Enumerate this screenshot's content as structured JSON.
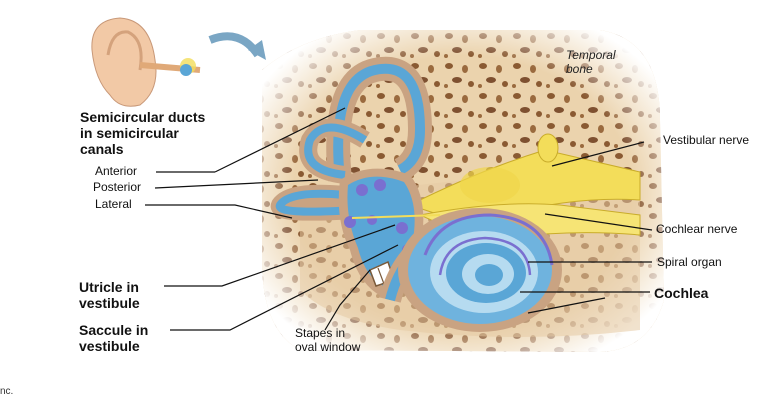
{
  "labels": {
    "semicircular_line1": "Semicircular ducts",
    "semicircular_line2": "in semicircular",
    "semicircular_line3": "canals",
    "anterior": "Anterior",
    "posterior": "Posterior",
    "lateral": "Lateral",
    "utricle_line1": "Utricle in",
    "utricle_line2": "vestibule",
    "saccule_line1": "Saccule in",
    "saccule_line2": "vestibule",
    "stapes_line1": "Stapes in",
    "stapes_line2": "oval window",
    "temporal_line1": "Temporal",
    "temporal_line2": "bone",
    "vestibular_nerve": "Vestibular nerve",
    "cochlear_nerve": "Cochlear nerve",
    "spiral_organ": "Spiral organ",
    "cochlea": "Cochlea",
    "copyright_fragment": "nc."
  },
  "colors": {
    "bone": "#e8cfa8",
    "bone_pore": "#8a5a32",
    "labyrinth": "#5aa6d6",
    "labyrinth_dark": "#2f78b4",
    "membrane": "#c9a382",
    "nerve": "#f3dd5a",
    "sensory": "#7a6fd0",
    "arrow": "#7aa6c4"
  }
}
